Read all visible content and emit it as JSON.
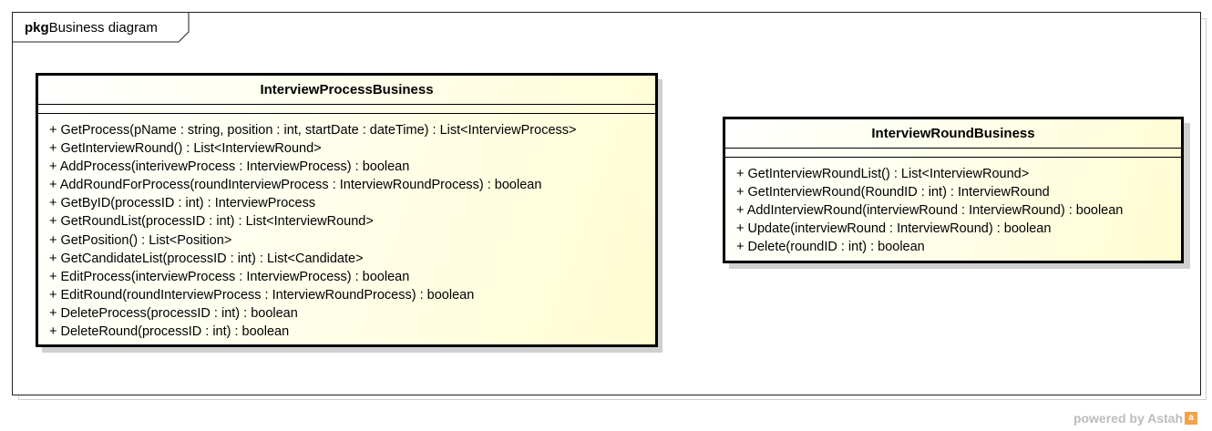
{
  "package": {
    "keyword": "pkg",
    "name": "Business diagram"
  },
  "classes": [
    {
      "name": "InterviewProcessBusiness",
      "operations": [
        "+ GetProcess(pName : string, position : int, startDate : dateTime) : List<InterviewProcess>",
        "+ GetInterviewRound() : List<InterviewRound>",
        "+ AddProcess(interivewProcess : InterviewProcess) : boolean",
        "+ AddRoundForProcess(roundInterviewProcess : InterviewRoundProcess) : boolean",
        "+ GetByID(processID : int) : InterviewProcess",
        "+ GetRoundList(processID : int) : List<InterviewRound>",
        "+ GetPosition() : List<Position>",
        "+ GetCandidateList(processID : int) : List<Candidate>",
        "+ EditProcess(interviewProcess : InterviewProcess) : boolean",
        "+ EditRound(roundInterviewProcess : InterviewRoundProcess) : boolean",
        "+ DeleteProcess(processID : int) : boolean",
        "+ DeleteRound(processID : int) : boolean"
      ]
    },
    {
      "name": "InterviewRoundBusiness",
      "operations": [
        "+ GetInterviewRoundList() : List<InterviewRound>",
        "+ GetInterviewRound(RoundID : int) : InterviewRound",
        "+ AddInterviewRound(interviewRound : InterviewRound) : boolean",
        "+ Update(interviewRound : InterviewRound) : boolean",
        "+ Delete(roundID : int) : boolean"
      ]
    }
  ],
  "footer": {
    "text": "powered by Astah",
    "icon": "astah-logo-icon"
  }
}
